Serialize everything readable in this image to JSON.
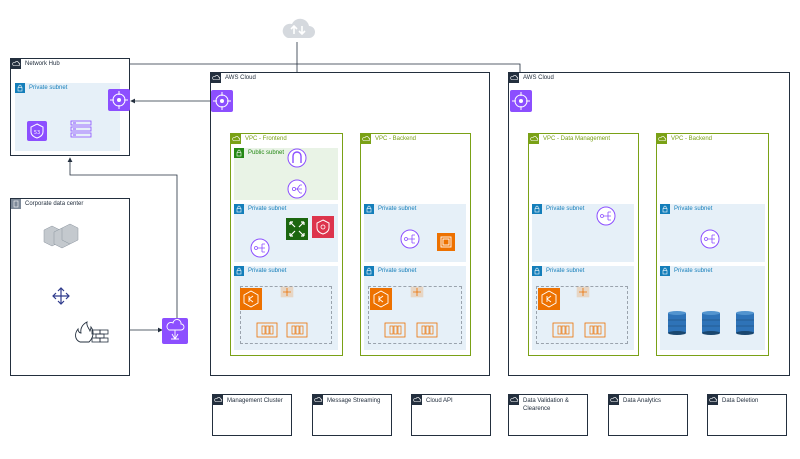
{
  "groups": {
    "network_hub": "Network Hub",
    "corporate_dc": "Corporate data center",
    "aws_cloud_1": "AWS Cloud",
    "aws_cloud_2": "AWS Cloud",
    "vpc_frontend": "VPC - Frontend",
    "vpc_backend_1": "VPC - Backend",
    "vpc_data_mgmt": "VPC - Data Management",
    "vpc_backend_2": "VPC - Backend"
  },
  "subnets": {
    "hub_private": "Private subnet",
    "fe_public": "Public subnet",
    "fe_private_1": "Private subnet",
    "fe_private_2": "Private subnet",
    "be1_private_1": "Private subnet",
    "be1_private_2": "Private subnet",
    "dm_private_1": "Private subnet",
    "dm_private_2": "Private subnet",
    "be2_private_1": "Private subnet",
    "be2_private_2": "Private subnet"
  },
  "legend": [
    "Management Cluster",
    "Message Streaming",
    "Cloud API",
    "Data Validation & Clearence",
    "Data Analytics",
    "Data Deletion"
  ],
  "colors": {
    "dark": "#232f3e",
    "vpc_green": "#7aa116",
    "public_green": "#248814",
    "private_blue": "#147eba",
    "network_purple": "#8c4fff",
    "compute_orange": "#ed7100",
    "security_red": "#dd344c",
    "storage_blue": "#2e73b8"
  }
}
